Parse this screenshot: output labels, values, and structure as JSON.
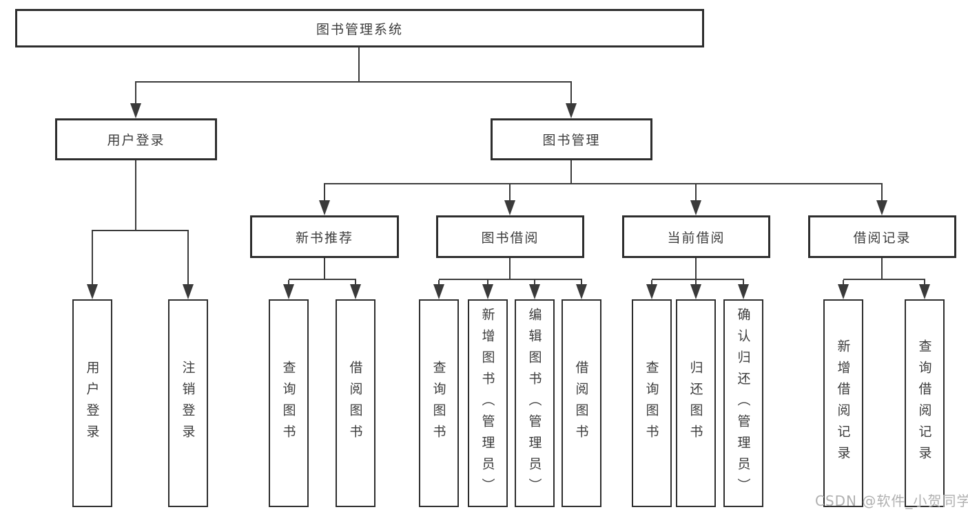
{
  "diagram": {
    "root": {
      "label": "图书管理系统"
    },
    "level2": {
      "user_login": {
        "label": "用户登录"
      },
      "book_management": {
        "label": "图书管理"
      }
    },
    "level3": {
      "new_book_recommend": {
        "label": "新书推荐"
      },
      "book_borrowing": {
        "label": "图书借阅"
      },
      "current_borrowing": {
        "label": "当前借阅"
      },
      "borrowing_records": {
        "label": "借阅记录"
      }
    },
    "leaves": {
      "user_login_group": [
        "用户登录",
        "注销登录"
      ],
      "new_book_recommend_group": [
        "查询图书",
        "借阅图书"
      ],
      "book_borrowing_group": [
        "查询图书",
        "新增图书（管理员）",
        "编辑图书（管理员）",
        "借阅图书"
      ],
      "current_borrowing_group": [
        "查询图书",
        "归还图书",
        "确认归还（管理员）"
      ],
      "borrowing_records_group": [
        "新增借阅记录",
        "查询借阅记录"
      ]
    }
  },
  "watermark": {
    "text": "CSDN @软件_小贺同学"
  },
  "colors": {
    "line": "#3a3a3a",
    "box_border": "#2d2d2d",
    "text": "#3c3c3c",
    "watermark": "#b0b0b0",
    "background": "#ffffff"
  }
}
